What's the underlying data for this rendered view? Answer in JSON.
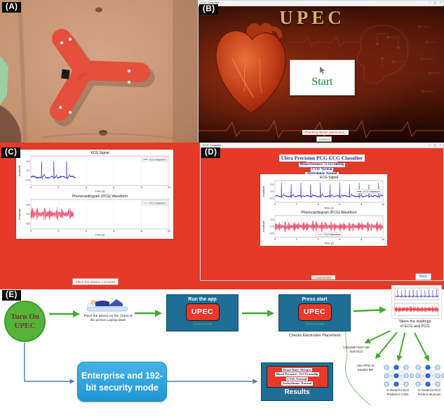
{
  "colors": {
    "band_red": "#e63a28",
    "button_red": "#e8392b",
    "teal_box": "#1e6e96",
    "light_blue": "#2fa8e0",
    "arrow_green": "#3fae2a",
    "gold_title": "#d9ad62",
    "ecg_blue": "#3a3ad0",
    "pcg_pink": "#ef5d7a"
  },
  "icons": {
    "minimize": "–",
    "maximize": "▢",
    "close": "×"
  },
  "panelA": {
    "label": "(A)",
    "device_text": "UPEC"
  },
  "panelB": {
    "label": "(B)",
    "window_title": "ECG Classifier",
    "app_title": "UPEC",
    "start_button": "Start",
    "status_text": "Checking device placement...",
    "connect_button": "Connect"
  },
  "panelC": {
    "label": "(C)",
    "device_button": "Place the Device Correctly!"
  },
  "panelD": {
    "label": "(D)",
    "window_title": "ECG Classifier",
    "heading": "Ultra Precision PCG ECG Classifier",
    "connected_label": "Connected",
    "back_button": "Back"
  },
  "results": {
    "lines": [
      "Heart Rate: 86 bpm",
      "Blood Pressure: 75/123 mmHg",
      "CVD: Normal",
      "Arrhythmia: Normal"
    ]
  },
  "panelE": {
    "label": "(E)",
    "start_circle": "Turn On UPEC",
    "place_caption": "Place the device on the Chest of the person Laying down",
    "run_box": {
      "title": "Run the app",
      "button": "UPEC",
      "status": "Connected"
    },
    "press_box": {
      "title": "Press start",
      "button": "UPEC",
      "status": "Connected"
    },
    "checks_caption": "Checks Electrodes Placement",
    "readings_caption_1": "Takes the readings",
    "readings_caption_2": "of ECG and PCG",
    "calc_hr_1": "Calculate heart rate",
    "calc_hr_2": "from ECG",
    "ppo_1": "Use PPO to",
    "ppo_2": "predict BP",
    "nn_ecg_1": "AI model for ECG",
    "nn_ecg_2": "Predicts # CVDs",
    "nn_pcg_1": "AI model for PCG",
    "nn_pcg_2": "Predicts Murmurs",
    "security_box": "Enterprise and 192-bit security mode",
    "results_title": "Results"
  },
  "chart_data": [
    {
      "id": "c-ecg",
      "panel": "C",
      "type": "line",
      "kind": "ecg",
      "title": "ECG Signal",
      "xlabel": "Time (s)",
      "ylabel": "Amplitude",
      "legend": "ECG Waveform",
      "legend_pos": "tr",
      "color": "#3a3ad0",
      "xlim": [
        0,
        10
      ],
      "ylim": [
        -0.8,
        0.8
      ],
      "xticks": [
        0,
        2,
        4,
        6,
        8,
        10
      ],
      "yticks": [
        0.5,
        0.0,
        -0.5
      ],
      "data_end_s": 3.25,
      "spike_times_s": [
        0.78,
        1.66,
        2.58
      ],
      "baseline": -0.35,
      "peak": 0.65,
      "seed": 5
    },
    {
      "id": "c-pcg",
      "panel": "C",
      "type": "line",
      "kind": "pcg",
      "title": "Phonocardiogram (PCG) Waveform",
      "xlabel": "Time (s)",
      "ylabel": "Amplitude",
      "legend": "PCG Waveform",
      "legend_pos": "tr",
      "color": "#ef5d7a",
      "xlim": [
        0,
        10
      ],
      "ylim": [
        -0.8,
        0.8
      ],
      "xticks": [
        0,
        2,
        4,
        6,
        8,
        10
      ],
      "yticks": [
        0.5,
        0.0,
        -0.5
      ],
      "data_end_s": 3.1,
      "burst_period_s": 0.9,
      "noise_amp": 0.15,
      "seed": 9
    },
    {
      "id": "d-ecg",
      "panel": "D",
      "type": "line",
      "kind": "ecg",
      "title": "ECG Signal",
      "xlabel": "Time (s)",
      "ylabel": "Amplitude",
      "legend": "ECG Waveform",
      "legend_pos": "r",
      "color": "#3a3ad0",
      "xlim": [
        0,
        10
      ],
      "ylim": [
        -0.8,
        0.8
      ],
      "xticks": [
        0,
        2,
        4,
        6,
        8,
        10
      ],
      "yticks": [
        0.5,
        0.0,
        -0.5
      ],
      "data_end_s": 10,
      "spike_times_s": [
        0.6,
        1.5,
        2.4,
        3.3,
        4.2,
        5.1,
        6.0,
        6.9,
        7.8,
        8.7,
        9.6
      ],
      "baseline": -0.35,
      "peak": 0.65,
      "seed": 13
    },
    {
      "id": "d-pcg",
      "panel": "D",
      "type": "line",
      "kind": "pcg",
      "title": "Phonocardiogram (PCG) Waveform",
      "xlabel": "Time (s)",
      "ylabel": "Amplitude",
      "legend": "PCG Waveform",
      "legend_pos": "b",
      "color": "#ef5d7a",
      "xlim": [
        0,
        10
      ],
      "ylim": [
        -0.8,
        0.8
      ],
      "xticks": [
        0,
        2,
        4,
        6,
        8,
        10
      ],
      "yticks": [
        0.5,
        0.0,
        -0.5
      ],
      "data_end_s": 10,
      "burst_period_s": 0.85,
      "noise_amp": 0.15,
      "seed": 17
    },
    {
      "id": "t-ecg",
      "panel": "E-thumbnail",
      "type": "line",
      "kind": "ecg",
      "mini": true,
      "color": "#3a3ad0",
      "xlim": [
        0,
        10
      ],
      "ylim": [
        -0.8,
        0.8
      ],
      "data_end_s": 10,
      "spike_times_s": [
        0.6,
        1.5,
        2.4,
        3.3,
        4.2,
        5.1,
        6.0,
        6.9,
        7.8,
        8.7,
        9.6
      ],
      "baseline": -0.35,
      "peak": 0.65,
      "seed": 13
    },
    {
      "id": "t-pcg",
      "panel": "E-thumbnail",
      "type": "line",
      "kind": "pcg",
      "mini": true,
      "color": "#e84a55",
      "xlim": [
        0,
        10
      ],
      "ylim": [
        -0.8,
        0.8
      ],
      "data_end_s": 10,
      "burst_period_s": 0.85,
      "noise_amp": 0.15,
      "seed": 17
    }
  ]
}
